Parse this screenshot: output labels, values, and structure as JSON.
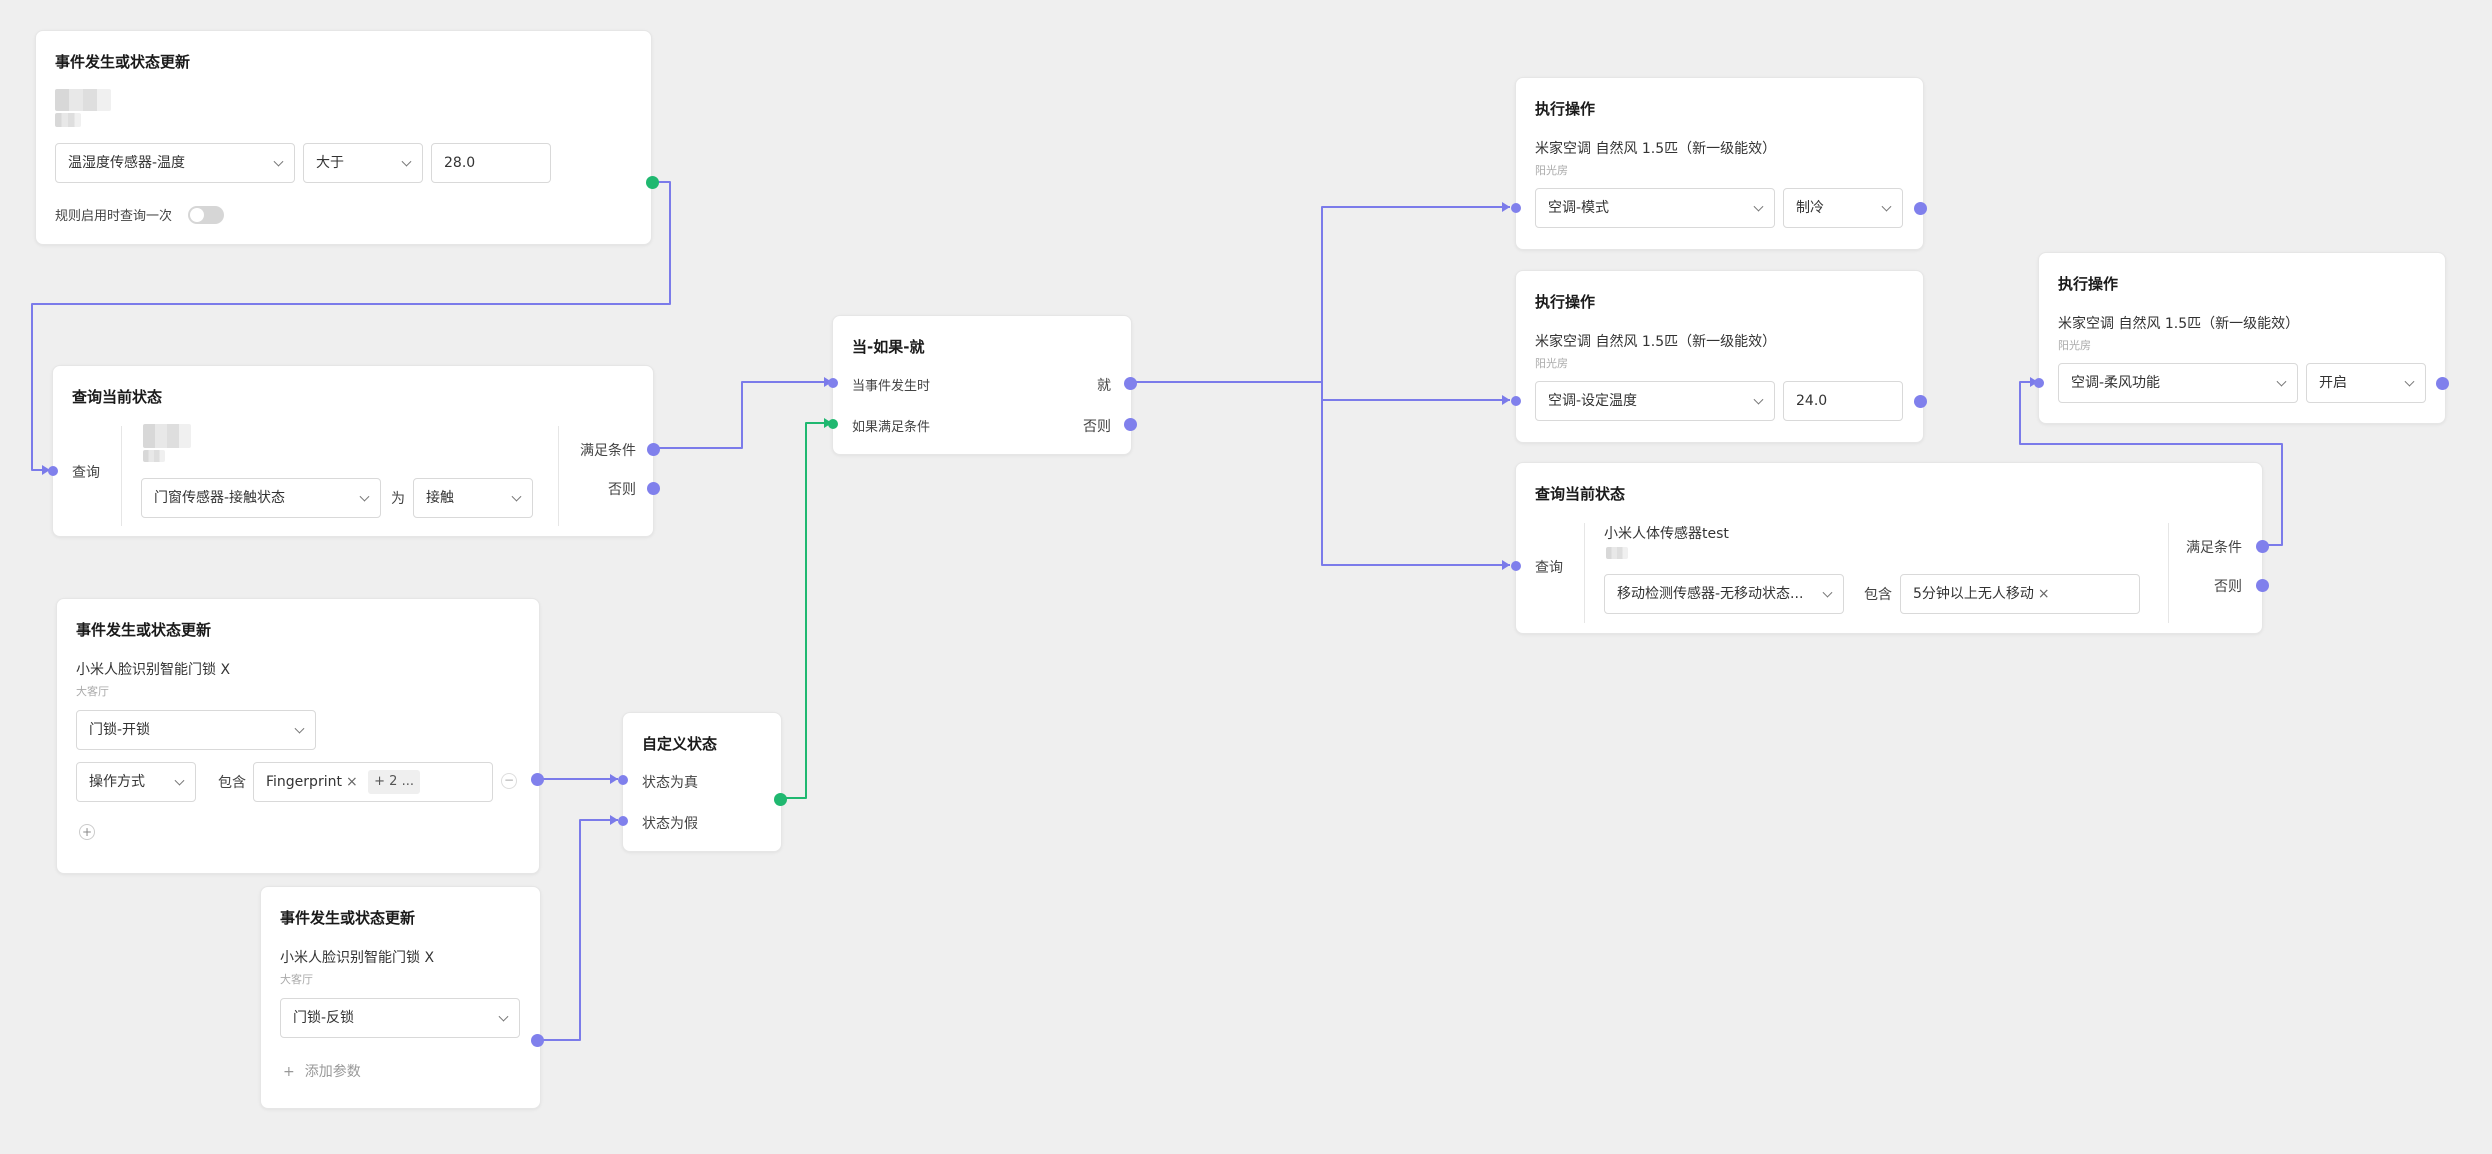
{
  "colors": {
    "wire_purple": "#7b7bea",
    "wire_green": "#1fb870",
    "port_purple": "#8080ec",
    "port_green": "#20b870",
    "canvas_bg": "#efefef"
  },
  "node1": {
    "title": "事件发生或状态更新",
    "param": "温湿度传感器-温度",
    "operator": "大于",
    "value": "28.0",
    "toggle_label": "规则启用时查询一次",
    "toggle_on": false
  },
  "node2": {
    "title": "查询当前状态",
    "input_label": "查询",
    "param": "门窗传感器-接触状态",
    "operator": "为",
    "value": "接触",
    "out_true": "满足条件",
    "out_false": "否则"
  },
  "node3": {
    "title": "事件发生或状态更新",
    "device": "小米人脸识别智能门锁 X",
    "room": "大客厅",
    "param": "门锁-开锁",
    "sub_param": "操作方式",
    "operator": "包含",
    "tags": [
      "Fingerprint",
      "+ 2 ..."
    ],
    "remove_icon": "minus-circle-icon",
    "add_icon": "plus-circle-icon"
  },
  "node4": {
    "title": "事件发生或状态更新",
    "device": "小米人脸识别智能门锁 X",
    "room": "大客厅",
    "param": "门锁-反锁",
    "add_param": "添加参数"
  },
  "node5": {
    "title": "自定义状态",
    "in_true": "状态为真",
    "in_false": "状态为假"
  },
  "node6": {
    "title": "当-如果-就",
    "in_event": "当事件发生时",
    "in_condition": "如果满足条件",
    "out_then": "就",
    "out_else": "否则"
  },
  "node7": {
    "title": "执行操作",
    "device": "米家空调 自然风 1.5匹（新一级能效）",
    "room": "阳光房",
    "param": "空调-模式",
    "value": "制冷"
  },
  "node8": {
    "title": "执行操作",
    "device": "米家空调 自然风 1.5匹（新一级能效）",
    "room": "阳光房",
    "param": "空调-设定温度",
    "value": "24.0"
  },
  "node9": {
    "title": "查询当前状态",
    "input_label": "查询",
    "device": "小米人体传感器test",
    "param": "移动检测传感器-无移动状态...",
    "operator": "包含",
    "tag": "5分钟以上无人移动",
    "out_true": "满足条件",
    "out_false": "否则"
  },
  "node10": {
    "title": "执行操作",
    "device": "米家空调 自然风 1.5匹（新一级能效）",
    "room": "阳光房",
    "param": "空调-柔风功能",
    "value": "开启"
  }
}
